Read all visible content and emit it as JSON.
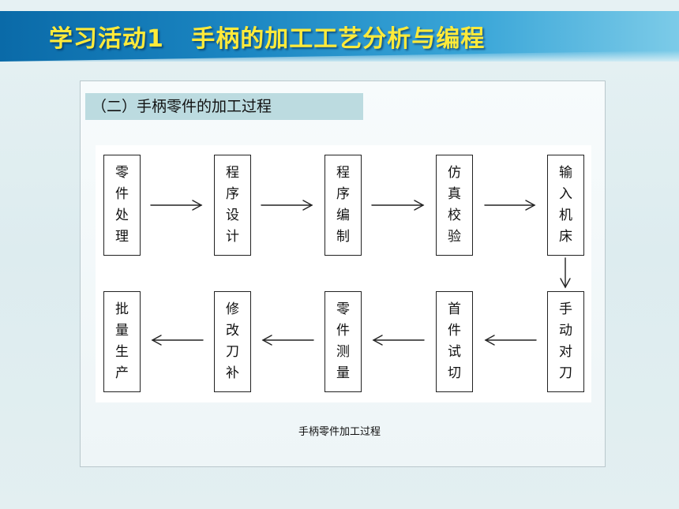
{
  "slide": {
    "title": "学习活动1   手柄的加工工艺分析与编程",
    "section_label": "（二）手柄零件的加工过程",
    "caption": "手柄零件加工过程"
  },
  "flow": {
    "top_row": [
      "零件处理",
      "程序设计",
      "程序编制",
      "仿真校验",
      "输入机床"
    ],
    "bottom_row": [
      "批量生产",
      "修改刀补",
      "零件测量",
      "首件试切",
      "手动对刀"
    ]
  }
}
